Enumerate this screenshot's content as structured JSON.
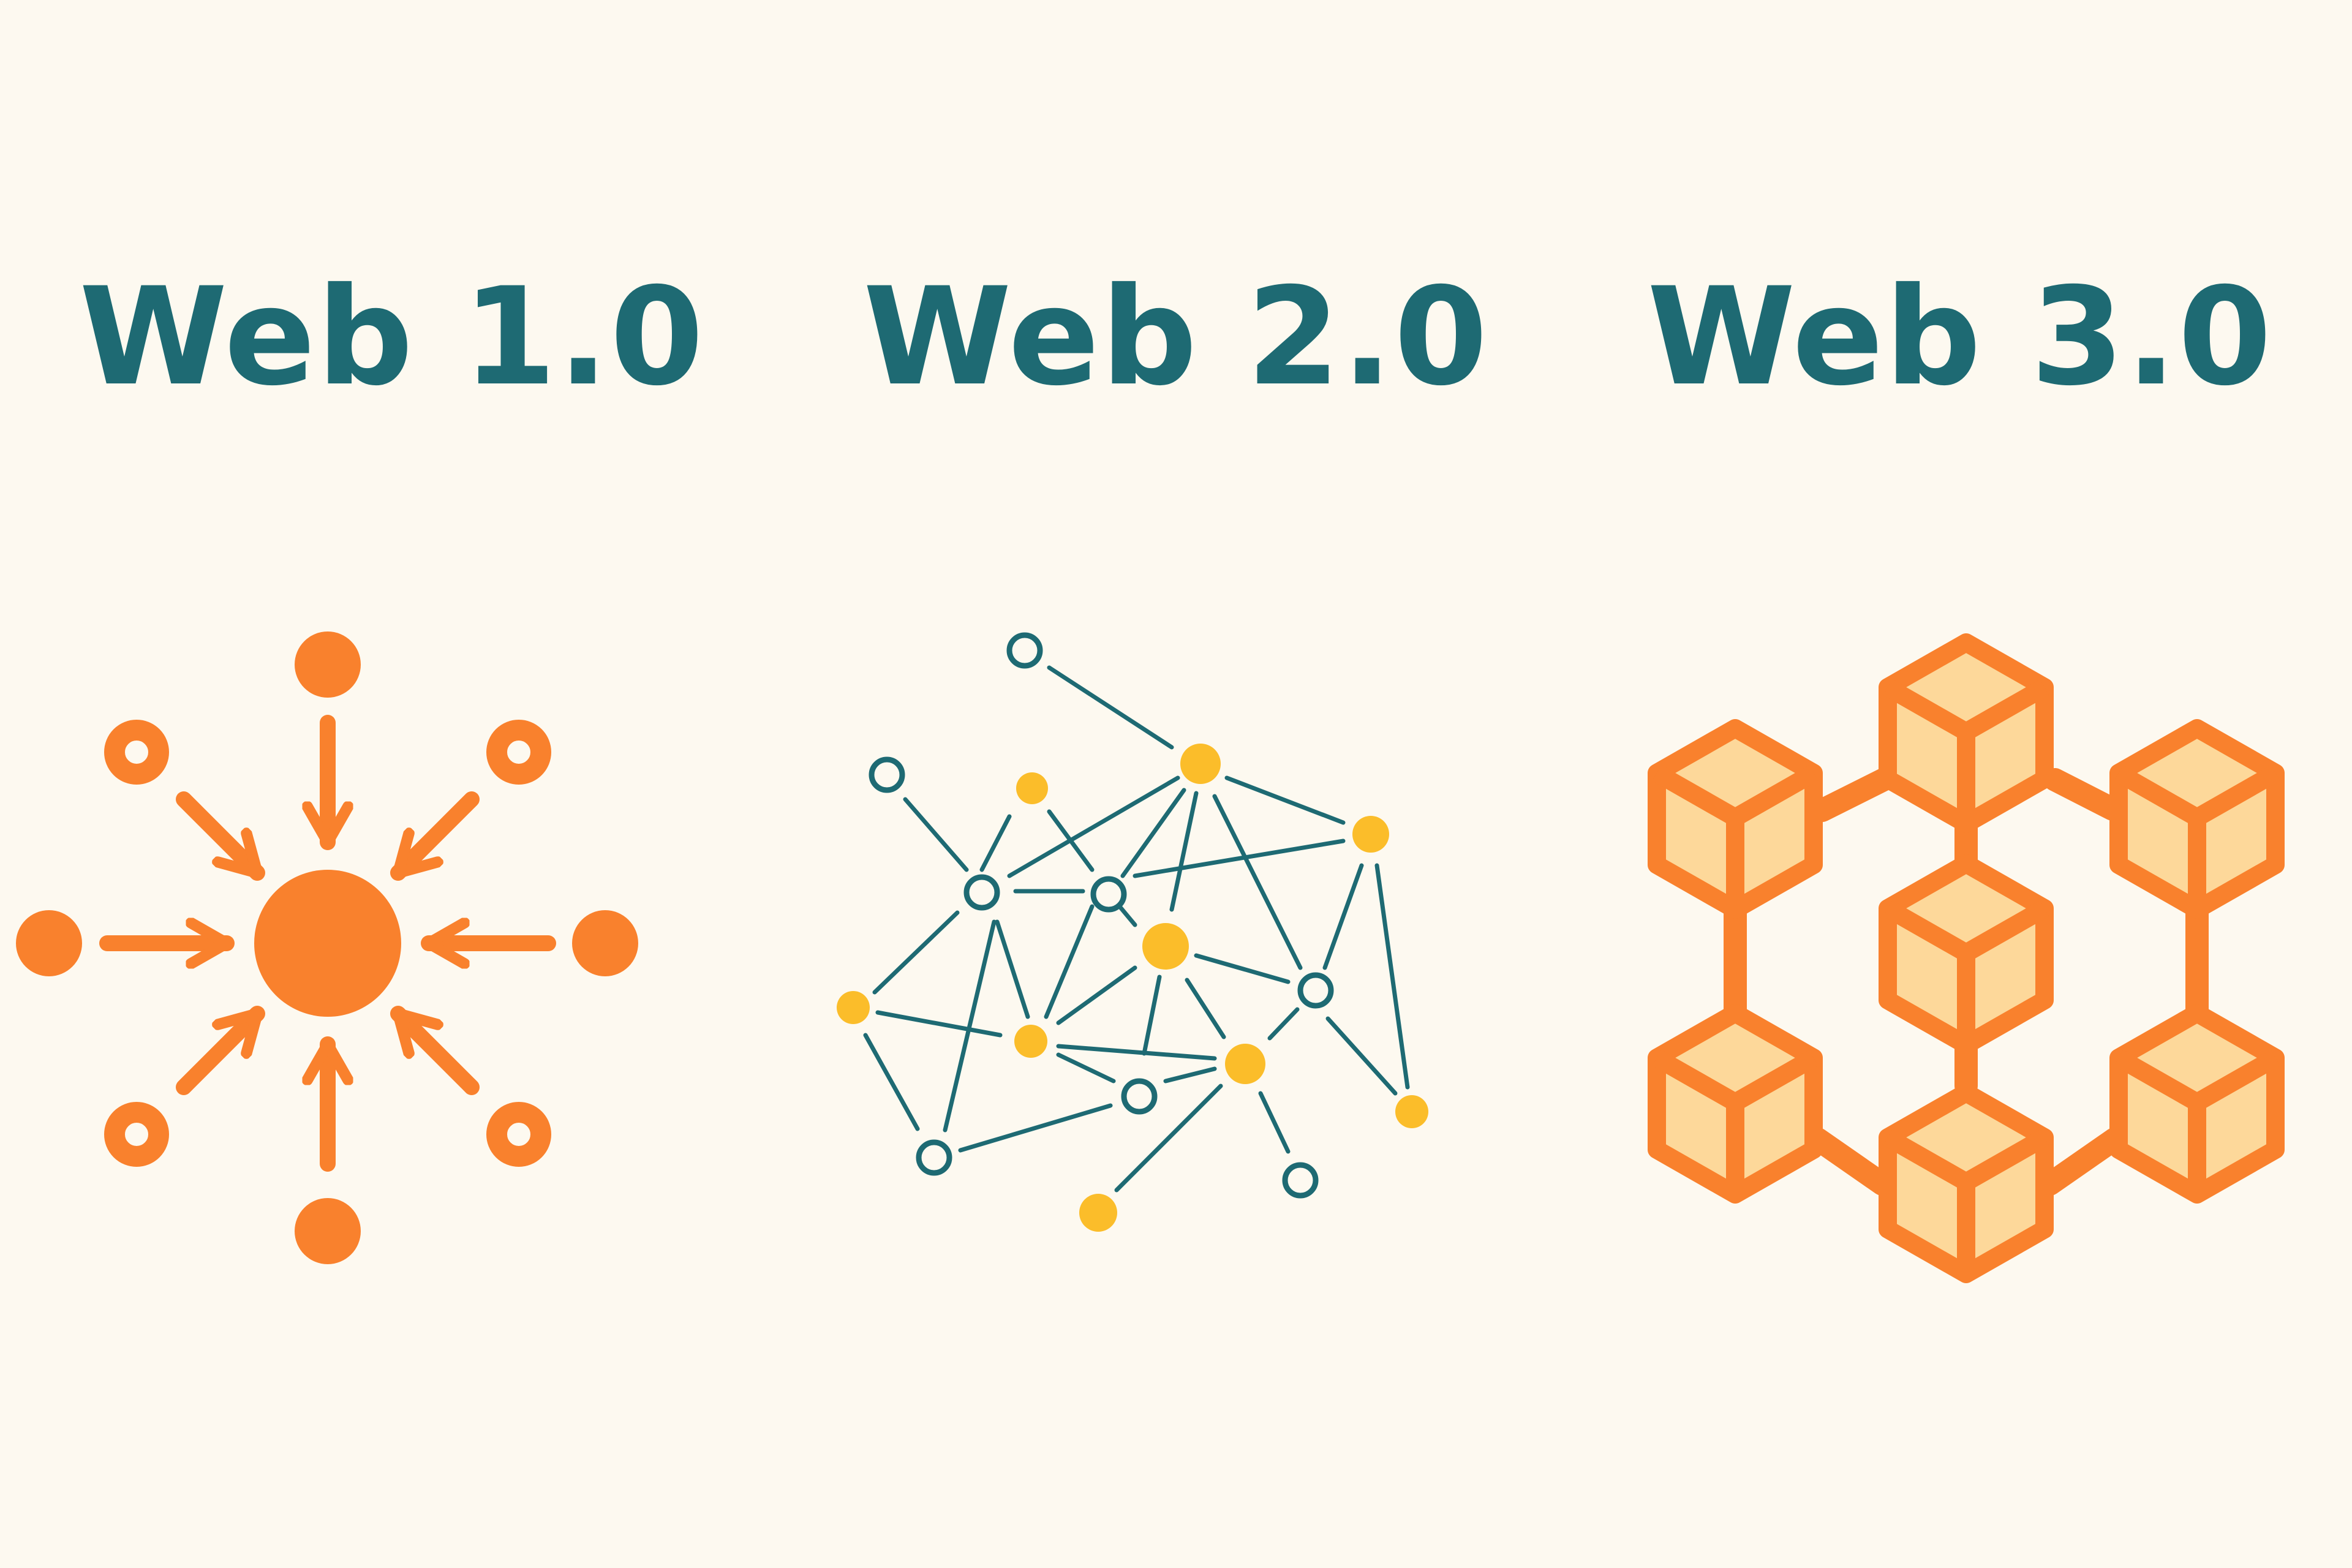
{
  "eras": [
    {
      "label": "Web 1.0",
      "icon": "centralized-hub-icon"
    },
    {
      "label": "Web 2.0",
      "icon": "social-network-graph-icon"
    },
    {
      "label": "Web 3.0",
      "icon": "blockchain-blocks-icon"
    }
  ],
  "colors": {
    "background": "#fdf9f0",
    "title_text": "#1e6a73",
    "orange": "#f9812d",
    "teal": "#1e6a73",
    "yellow": "#fbbd2a",
    "block_fill": "#fdd89a"
  }
}
